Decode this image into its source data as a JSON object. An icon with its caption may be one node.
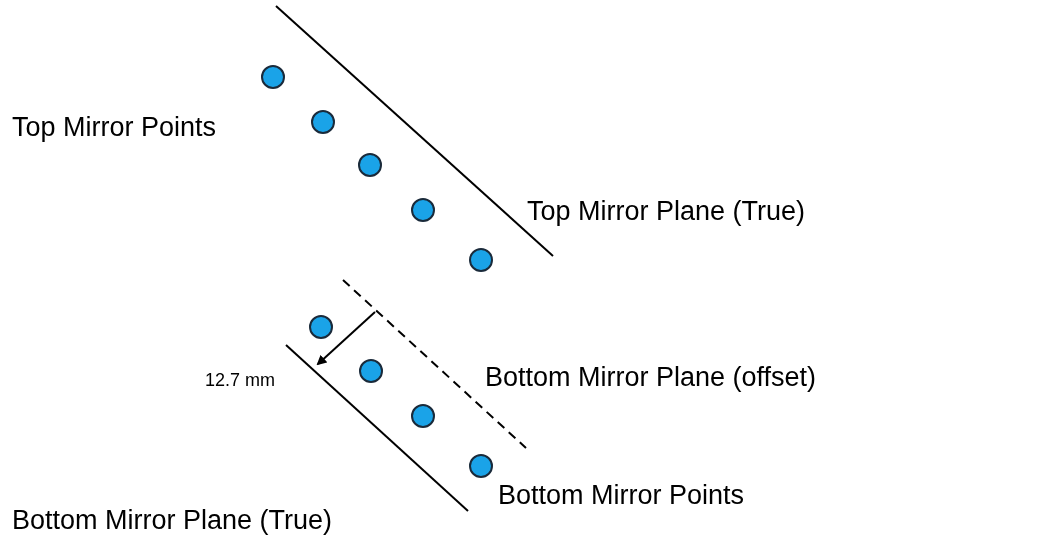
{
  "diagram": {
    "labels": [
      "Top Mirror Points",
      "Top Mirror Plane (True)",
      "12.7 mm",
      "Bottom Mirror Plane (offset)",
      "Bottom Mirror Points",
      "Bottom Mirror Plane (True)"
    ]
  }
}
